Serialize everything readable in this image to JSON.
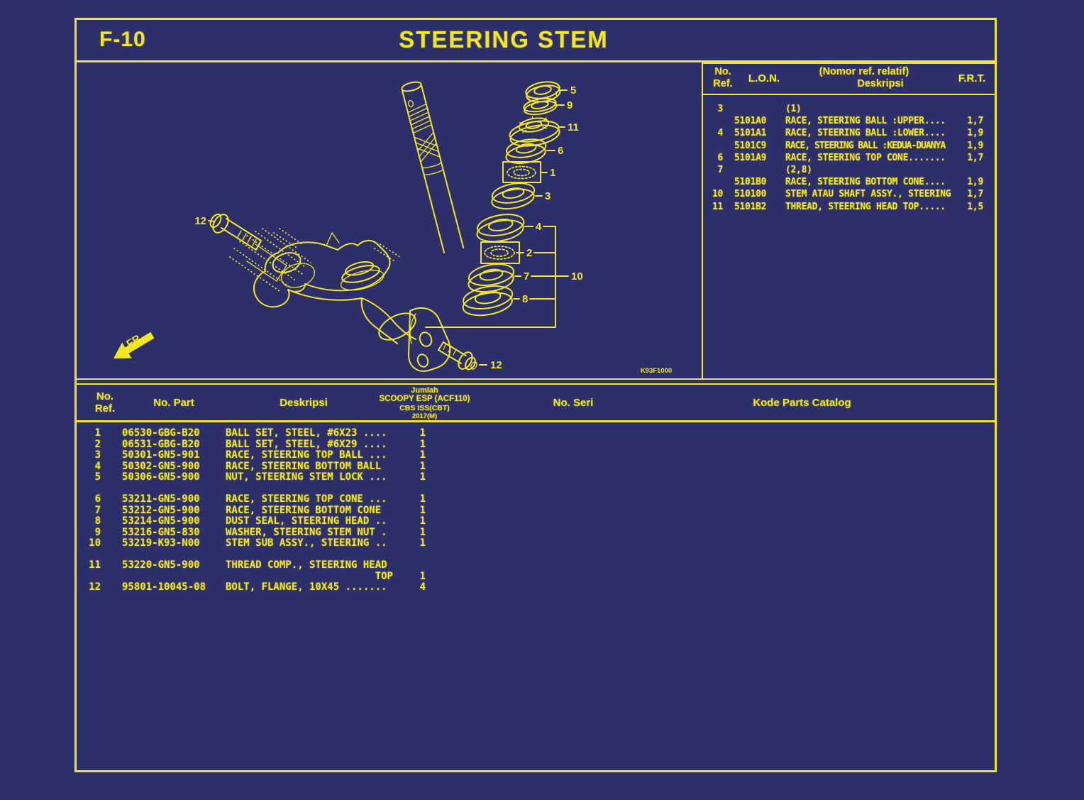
{
  "page": {
    "code": "F-10",
    "title": "STEERING STEM"
  },
  "colors": {
    "background": "#2D2F6B",
    "ink": "#F3E622"
  },
  "lon_table": {
    "headers": {
      "ref_line1": "No.",
      "ref_line2": "Ref.",
      "lon": "L.O.N.",
      "desc_line1": "(Nomor ref. relatif)",
      "desc_line2": "Deskripsi",
      "frt": "F.R.T."
    },
    "rows": [
      {
        "ref": "3",
        "lon": "",
        "desc": "(1)",
        "frt": ""
      },
      {
        "ref": "",
        "lon": "5101A0",
        "desc": "RACE, STEERING BALL :UPPER....",
        "frt": "1,7"
      },
      {
        "ref": "4",
        "lon": "5101A1",
        "desc": "RACE, STEERING BALL :LOWER....",
        "frt": "1,9"
      },
      {
        "ref": "",
        "lon": "5101C9",
        "desc": "RACE, STEERING BALL :KEDUA-DUANYA",
        "frt": "1,9"
      },
      {
        "ref": "6",
        "lon": "5101A9",
        "desc": "RACE, STEERING TOP CONE.......",
        "frt": "1,7"
      },
      {
        "ref": "7",
        "lon": "",
        "desc": "(2,8)",
        "frt": ""
      },
      {
        "ref": "",
        "lon": "5101B0",
        "desc": "RACE, STEERING BOTTOM CONE....",
        "frt": "1,9"
      },
      {
        "ref": "10",
        "lon": "510100",
        "desc": "STEM ATAU SHAFT ASSY., STEERING",
        "frt": "1,7"
      },
      {
        "ref": "11",
        "lon": "5101B2",
        "desc": "THREAD, STEERING HEAD TOP.....",
        "frt": "1,5"
      }
    ]
  },
  "parts_table": {
    "headers": {
      "ref_line1": "No.",
      "ref_line2": "Ref.",
      "part": "No. Part",
      "desc": "Deskripsi",
      "qty_line1": "Jumlah",
      "qty_line2": "SCOOPY ESP (ACF110)",
      "qty_line3": "CBS ISS(CBT)",
      "qty_line4": "2017(M)",
      "seri": "No. Seri",
      "catalog": "Kode Parts Catalog"
    },
    "groups": [
      [
        {
          "ref": "1",
          "part": "06530-GBG-B20",
          "desc": "BALL SET, STEEL, #6X23 ....",
          "qty": "1"
        },
        {
          "ref": "2",
          "part": "06531-GBG-B20",
          "desc": "BALL SET, STEEL, #6X29 ....",
          "qty": "1"
        },
        {
          "ref": "3",
          "part": "50301-GN5-901",
          "desc": "RACE, STEERING TOP BALL ...",
          "qty": "1"
        },
        {
          "ref": "4",
          "part": "50302-GN5-900",
          "desc": "RACE, STEERING BOTTOM BALL",
          "qty": "1"
        },
        {
          "ref": "5",
          "part": "50306-GN5-900",
          "desc": "NUT, STEERING STEM LOCK ...",
          "qty": "1"
        }
      ],
      [
        {
          "ref": "6",
          "part": "53211-GN5-900",
          "desc": "RACE, STEERING TOP CONE ...",
          "qty": "1"
        },
        {
          "ref": "7",
          "part": "53212-GN5-900",
          "desc": "RACE, STEERING BOTTOM CONE",
          "qty": "1"
        },
        {
          "ref": "8",
          "part": "53214-GN5-900",
          "desc": "DUST SEAL, STEERING HEAD ..",
          "qty": "1"
        },
        {
          "ref": "9",
          "part": "53216-GN5-830",
          "desc": "WASHER, STEERING STEM NUT .",
          "qty": "1"
        },
        {
          "ref": "10",
          "part": "53219-K93-N00",
          "desc": "STEM SUB ASSY., STEERING ..",
          "qty": "1"
        }
      ],
      [
        {
          "ref": "11",
          "part": "53220-GN5-900",
          "desc": "THREAD COMP., STEERING HEAD",
          "desc2": "TOP",
          "qty": "1"
        },
        {
          "ref": "12",
          "part": "95801-10045-08",
          "desc": "BOLT, FLANGE, 10X45 .......",
          "qty": "4"
        }
      ]
    ]
  },
  "diagram": {
    "fr_label": "FR.",
    "drawing_code": "K93F1000",
    "callouts": {
      "n1": "1",
      "n2": "2",
      "n3": "3",
      "n4": "4",
      "n5": "5",
      "n6": "6",
      "n7": "7",
      "n8": "8",
      "n9": "9",
      "n10": "10",
      "n11": "11",
      "n12_top": "12",
      "n12_bottom": "12"
    }
  }
}
